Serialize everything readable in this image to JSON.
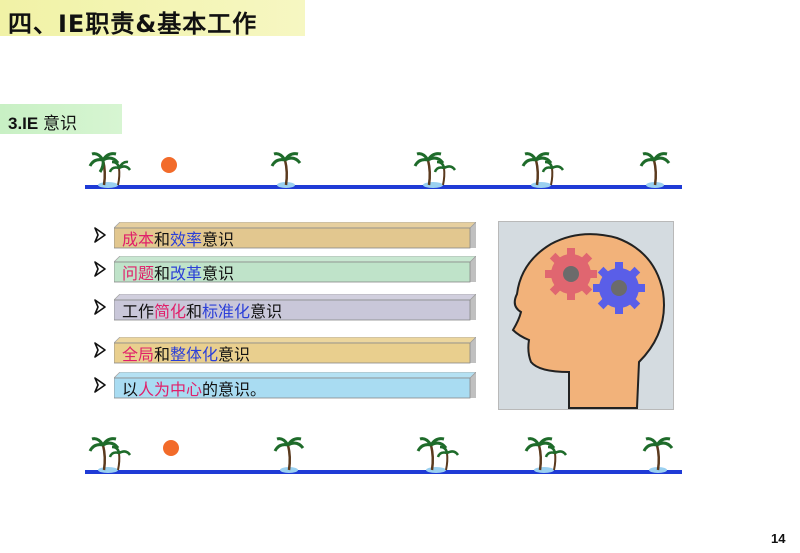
{
  "title": "四、IE职责&基本工作",
  "subtitle": {
    "number": "3.IE",
    "text": "意识"
  },
  "items": [
    {
      "bar_color": "#e2c78f",
      "parts": [
        {
          "text": "成本",
          "color": "#e0206a"
        },
        {
          "text": "和",
          "color": "#111111"
        },
        {
          "text": "效率",
          "color": "#2b3fd8"
        },
        {
          "text": "意识",
          "color": "#111111"
        }
      ]
    },
    {
      "bar_color": "#bfe3c9",
      "parts": [
        {
          "text": "问题",
          "color": "#e0206a"
        },
        {
          "text": "和",
          "color": "#111111"
        },
        {
          "text": "改革",
          "color": "#2b3fd8"
        },
        {
          "text": "意识",
          "color": "#111111"
        }
      ]
    },
    {
      "bar_color": "#c9c7d9",
      "parts": [
        {
          "text": "工作",
          "color": "#111111"
        },
        {
          "text": "简化",
          "color": "#e0206a"
        },
        {
          "text": "和",
          "color": "#111111"
        },
        {
          "text": "标准化",
          "color": "#2b3fd8"
        },
        {
          "text": "意识",
          "color": "#111111"
        }
      ]
    },
    {
      "bar_color": "#e9cf8e",
      "parts": [
        {
          "text": "全局",
          "color": "#e0206a"
        },
        {
          "text": "和",
          "color": "#111111"
        },
        {
          "text": "整体化",
          "color": "#2b3fd8"
        },
        {
          "text": "意识",
          "color": "#111111"
        }
      ]
    },
    {
      "bar_color": "#a9dcf2",
      "parts": [
        {
          "text": "以",
          "color": "#111111"
        },
        {
          "text": "人为中心",
          "color": "#e0206a"
        },
        {
          "text": "的意识。",
          "color": "#111111"
        }
      ]
    }
  ],
  "decor": {
    "icons": [
      "palm-tree-icon",
      "sun-icon"
    ],
    "head_icon": "head-with-gears-icon"
  },
  "colors": {
    "title_bg": "#f1f2a6",
    "subtitle_bg": "#c8f0c4",
    "water": "#1f3bd6",
    "sun": "#f26b2a",
    "head": "#f2b27a",
    "gear_left": "#e06670",
    "gear_right": "#5a5ee8"
  },
  "page_number": "14"
}
